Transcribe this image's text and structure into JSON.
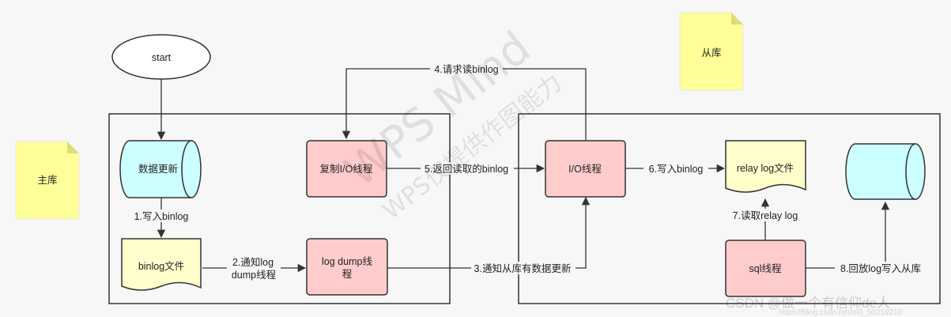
{
  "nodes": {
    "start": "start",
    "data_update": "数据更新",
    "binlog_file": "binlog文件",
    "copy_io_thread": "复制I/O线程",
    "log_dump_line1": "log dump线",
    "log_dump_line2": "程",
    "io_thread": "I/O线程",
    "relay_log_file": "relay log文件",
    "sql_thread": "sql线程"
  },
  "notes": {
    "master": "主库",
    "slave": "从库"
  },
  "edges": {
    "e1": "1.写入binlog",
    "e2_line1": "2.通知log",
    "e2_line2": "dump线程",
    "e3": "3.通知从库有数据更新",
    "e4": "4.请求读binlog",
    "e5": "5.返回读取的binlog",
    "e6": "6.写入binlog",
    "e7": "7.读取relay log",
    "e8": "8.回放log写入从库"
  },
  "watermark": {
    "brand": "WPS Mind",
    "sub": "WPS仅提供作图能力",
    "csdn": "CSDN @做一个有信仰de人",
    "url": "https://blog.csdn.net/m0_50219210"
  },
  "colors": {
    "cylinder": "#ccffff",
    "doc": "#ffffcc",
    "thread": "#ffcccc",
    "note": "#ffff99",
    "stroke": "#333333"
  }
}
